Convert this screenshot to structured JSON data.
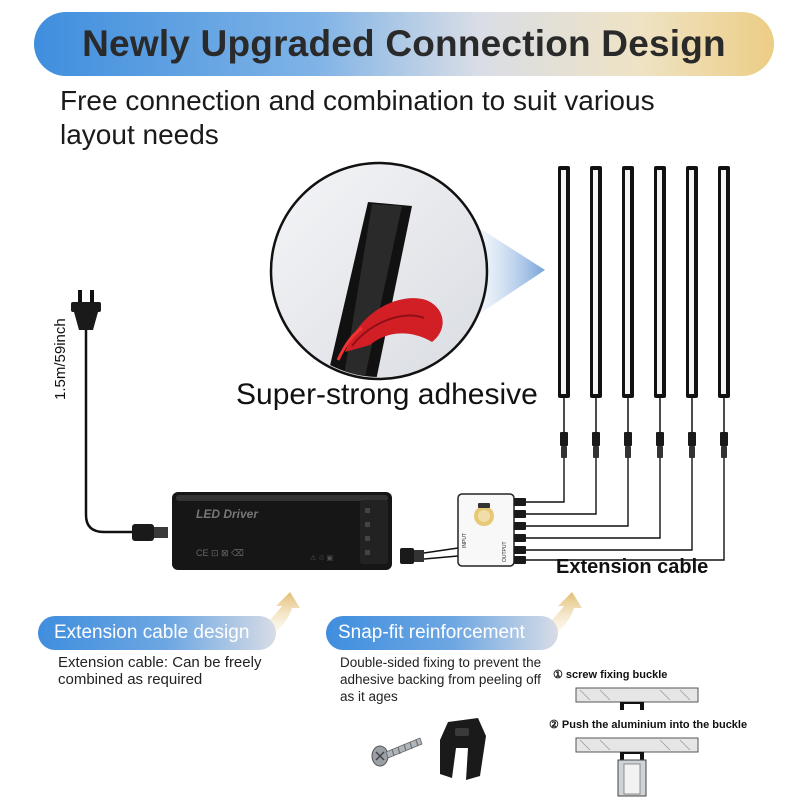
{
  "header": {
    "title": "Newly Upgraded Connection Design",
    "subtitle": "Free connection and combination to suit various layout needs"
  },
  "main_diagram": {
    "adhesive_label": "Super-strong adhesive",
    "cable_length_label": "1.5m/59inch",
    "driver_label": "LED Driver",
    "extension_cable_label": "Extension cable",
    "hub_input_label": "INPUT",
    "hub_output_label": "OUTPUT"
  },
  "features": {
    "extension": {
      "title": "Extension cable design",
      "desc": "Extension cable: Can be freely combined as required"
    },
    "snapfit": {
      "title": "Snap-fit reinforcement",
      "desc": "Double-sided fixing to prevent the adhesive backing from peeling off as it ages",
      "step1": "① screw fixing buckle",
      "step2": "② Push the aluminium into the buckle"
    }
  },
  "colors": {
    "banner_start": "#3f8ede",
    "banner_end": "#eccd86",
    "adhesive_red": "#d21f26",
    "arrow_gold": "#e8c786"
  }
}
